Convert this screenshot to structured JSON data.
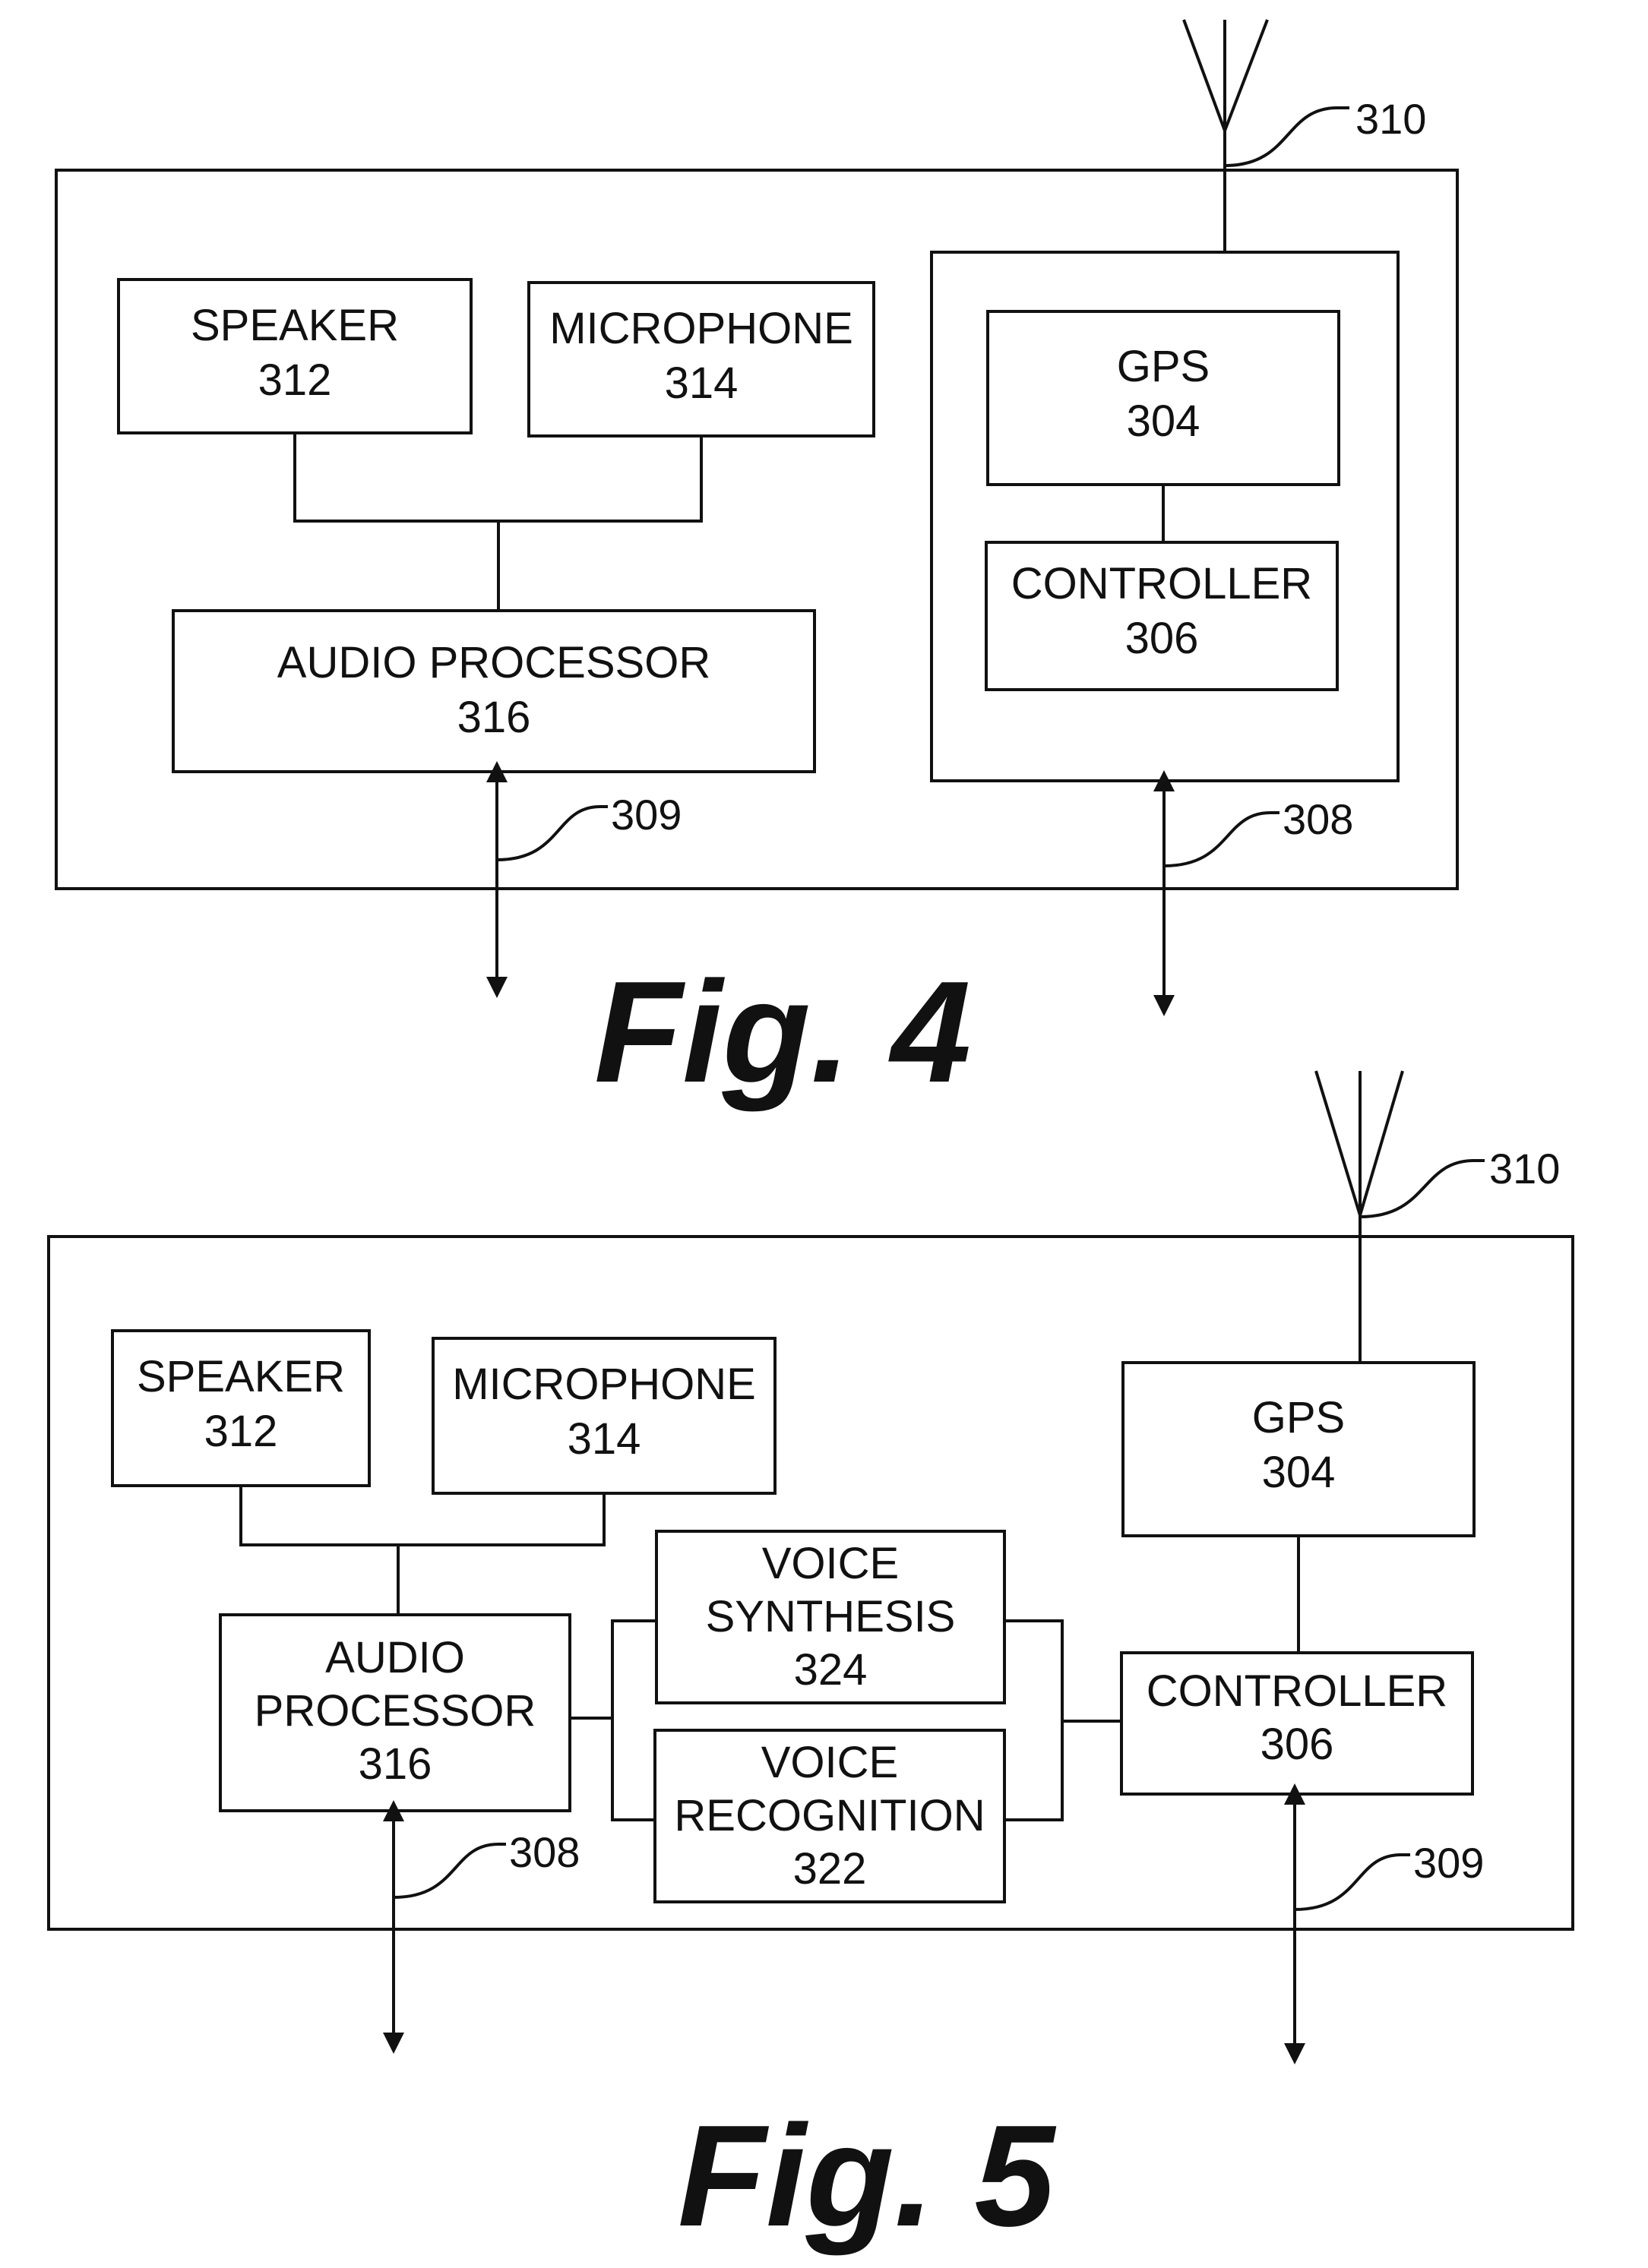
{
  "figures": [
    {
      "caption": "Fig. 4",
      "antenna_ref": "310",
      "boxes": {
        "speaker": [
          "SPEAKER",
          "312"
        ],
        "microphone": [
          "MICROPHONE",
          "314"
        ],
        "audio_processor": [
          "AUDIO PROCESSOR",
          "316"
        ],
        "gps": [
          "GPS",
          "304"
        ],
        "controller": [
          "CONTROLLER",
          "306"
        ]
      },
      "io_refs": {
        "audio": "309",
        "controller": "308"
      }
    },
    {
      "caption": "Fig. 5",
      "antenna_ref": "310",
      "boxes": {
        "speaker": [
          "SPEAKER",
          "312"
        ],
        "microphone": [
          "MICROPHONE",
          "314"
        ],
        "audio_processor": [
          "AUDIO",
          "PROCESSOR",
          "316"
        ],
        "voice_synthesis": [
          "VOICE",
          "SYNTHESIS",
          "324"
        ],
        "voice_recognition": [
          "VOICE",
          "RECOGNITION",
          "322"
        ],
        "gps": [
          "GPS",
          "304"
        ],
        "controller": [
          "CONTROLLER",
          "306"
        ]
      },
      "io_refs": {
        "audio": "308",
        "controller": "309"
      }
    }
  ]
}
